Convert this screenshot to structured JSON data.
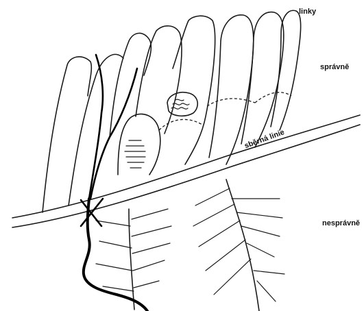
{
  "labels": {
    "linky": "linky",
    "spravne": "správně",
    "sberna_linie": "sběrná linie",
    "nespravne": "nesprávně"
  }
}
